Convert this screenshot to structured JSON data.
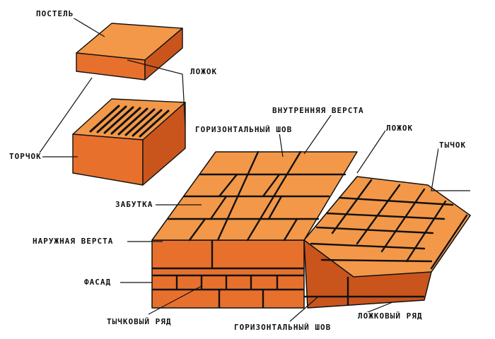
{
  "colors": {
    "brick_front": "#e8702d",
    "brick_top": "#f39848",
    "brick_side": "#c9551c",
    "mortar": "#111111",
    "background": "#ffffff"
  },
  "labels": {
    "postel": "ПОСТЕЛЬ",
    "lozhok_top": "ЛОЖОК",
    "torchok": "ТОРЧОК",
    "vnutrennyaya_versta": "ВНУТРЕННЯЯ ВЕРСТА",
    "gorizontalny_shov_top": "ГОРИЗОНТАЛЬНЫЙ ШОВ",
    "lozhok_right": "ЛОЖОК",
    "tychok": "ТЫЧОК",
    "zabutka": "ЗАБУТКА",
    "naruzhnaya_versta": "НАРУЖНАЯ ВЕРСТА",
    "fasad": "ФАСАД",
    "tychkovy_ryad": "ТЫЧКОВЫЙ РЯД",
    "gorizontalny_shov_bottom": "ГОРИЗОНТАЛЬНЫЙ ШОВ",
    "lozhkovy_ryad": "ЛОЖКОВЫЙ РЯД"
  }
}
